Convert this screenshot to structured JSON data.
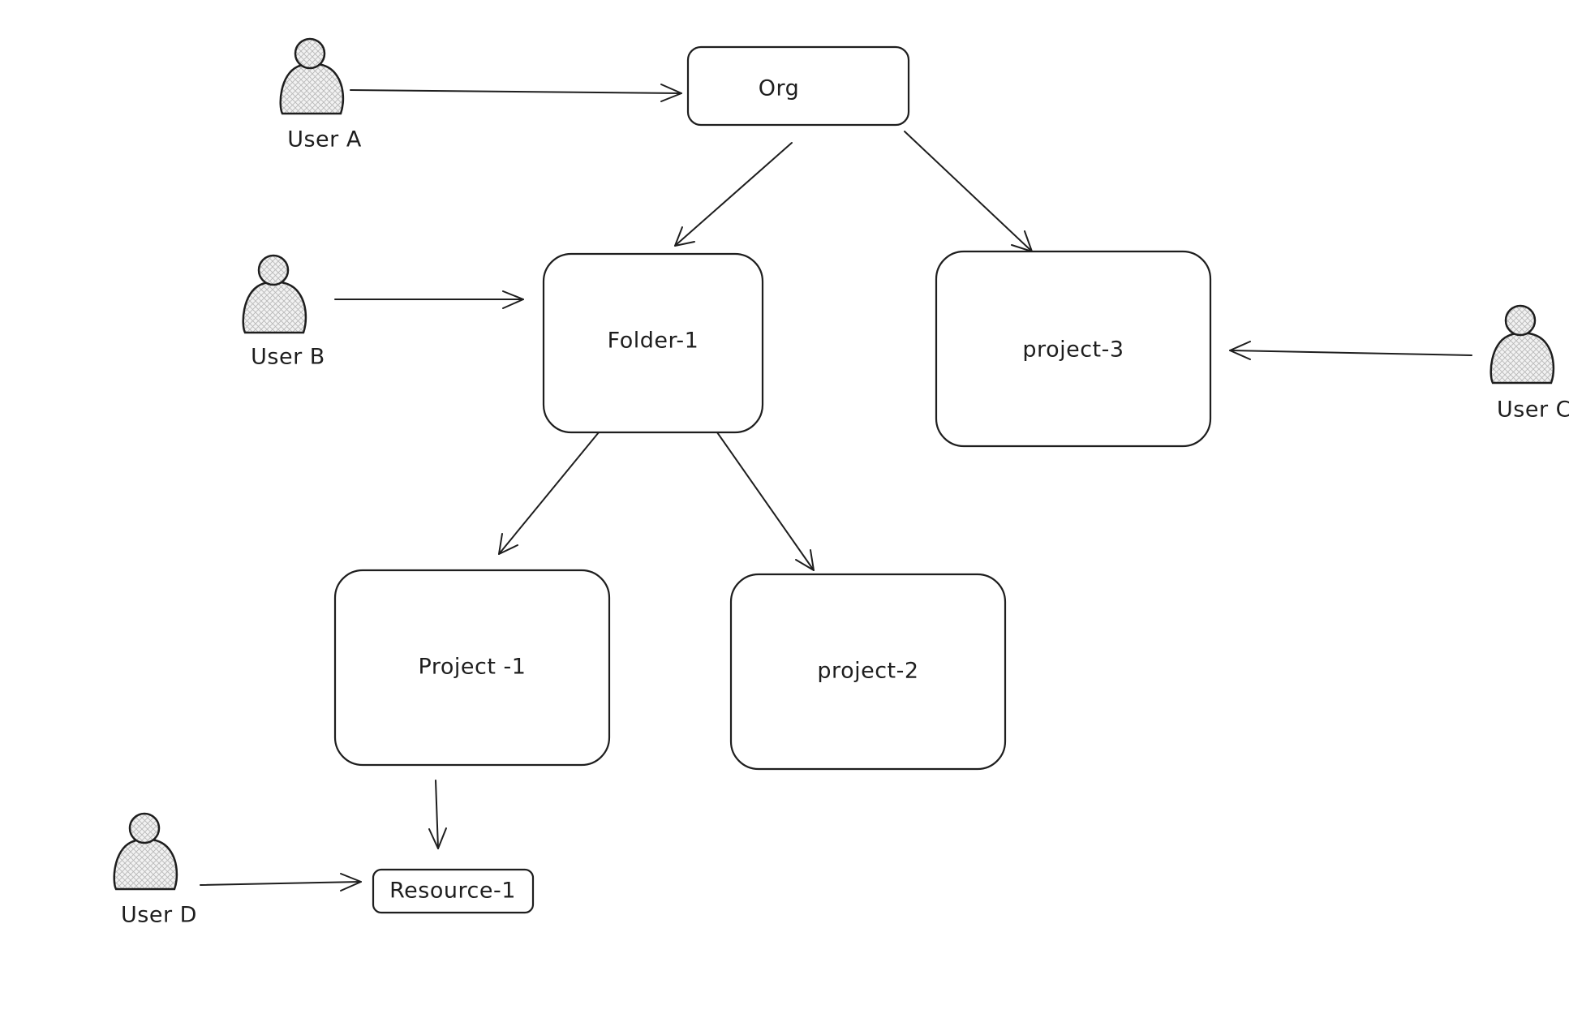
{
  "diagram": {
    "nodes": {
      "org": {
        "label": "Org"
      },
      "folder1": {
        "label": "Folder-1"
      },
      "project3": {
        "label": "project-3"
      },
      "project1": {
        "label": "Project -1"
      },
      "project2": {
        "label": "project-2"
      },
      "resource1": {
        "label": "Resource-1"
      }
    },
    "users": {
      "a": {
        "label": "User A"
      },
      "b": {
        "label": "User B"
      },
      "c": {
        "label": "User C"
      },
      "d": {
        "label": "User D"
      }
    },
    "edges": [
      {
        "from": "User A",
        "to": "Org"
      },
      {
        "from": "Org",
        "to": "Folder-1"
      },
      {
        "from": "Org",
        "to": "project-3"
      },
      {
        "from": "User B",
        "to": "Folder-1"
      },
      {
        "from": "User C",
        "to": "project-3"
      },
      {
        "from": "Folder-1",
        "to": "Project -1"
      },
      {
        "from": "Folder-1",
        "to": "project-2"
      },
      {
        "from": "Project -1",
        "to": "Resource-1"
      },
      {
        "from": "User D",
        "to": "Resource-1"
      }
    ]
  }
}
